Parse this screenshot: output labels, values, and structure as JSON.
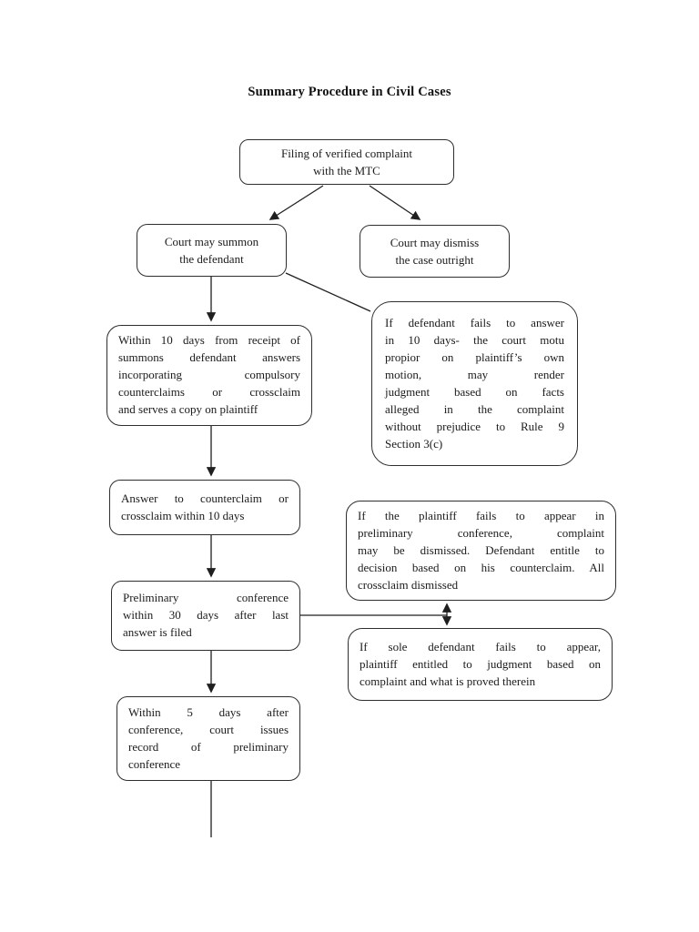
{
  "page": {
    "title": "Summary Procedure in Civil Cases"
  },
  "colors": {
    "background": "#ffffff",
    "box_border": "#2e2e2e",
    "text": "#1b1b1b",
    "connector": "#1f1f1f"
  },
  "flowchart": {
    "nodes": {
      "filing": {
        "lines": [
          "Filing of verified complaint",
          "with the MTC"
        ]
      },
      "summon": {
        "lines": [
          "Court may summon",
          "the defendant"
        ]
      },
      "dismiss": {
        "lines": [
          "Court may dismiss",
          "the case outright"
        ]
      },
      "answer10": {
        "lines": [
          "Within 10 days from receipt of",
          "summons defendant answers",
          "incorporating compulsory",
          "counterclaims or crossclaim",
          "and serves a copy on plaintiff"
        ]
      },
      "failAnswer": {
        "lines": [
          "If defendant fails to answer",
          "in 10 days- the court motu",
          "propior on plaintiff’s own",
          "motion, may render",
          "judgment based on facts",
          "alleged in the complaint",
          "without prejudice to Rule 9",
          "Section 3(c)"
        ]
      },
      "counterclaim": {
        "lines": [
          "Answer to counterclaim or",
          "crossclaim within 10 days"
        ]
      },
      "prelim": {
        "lines": [
          "Preliminary conference",
          "within 30 days after last",
          "answer is filed"
        ]
      },
      "plaintiffFails": {
        "lines": [
          "If the plaintiff fails to appear in",
          "preliminary conference, complaint",
          "may be dismissed. Defendant entitle to",
          "decision based on his counterclaim. All",
          "crossclaim dismissed"
        ]
      },
      "defendantFails": {
        "lines": [
          "If sole defendant fails to appear,",
          "plaintiff entitled to judgment based on",
          "complaint and what is proved therein"
        ]
      },
      "record5days": {
        "lines": [
          "Within 5 days after",
          "conference, court issues",
          "record of preliminary",
          "conference"
        ]
      }
    }
  }
}
